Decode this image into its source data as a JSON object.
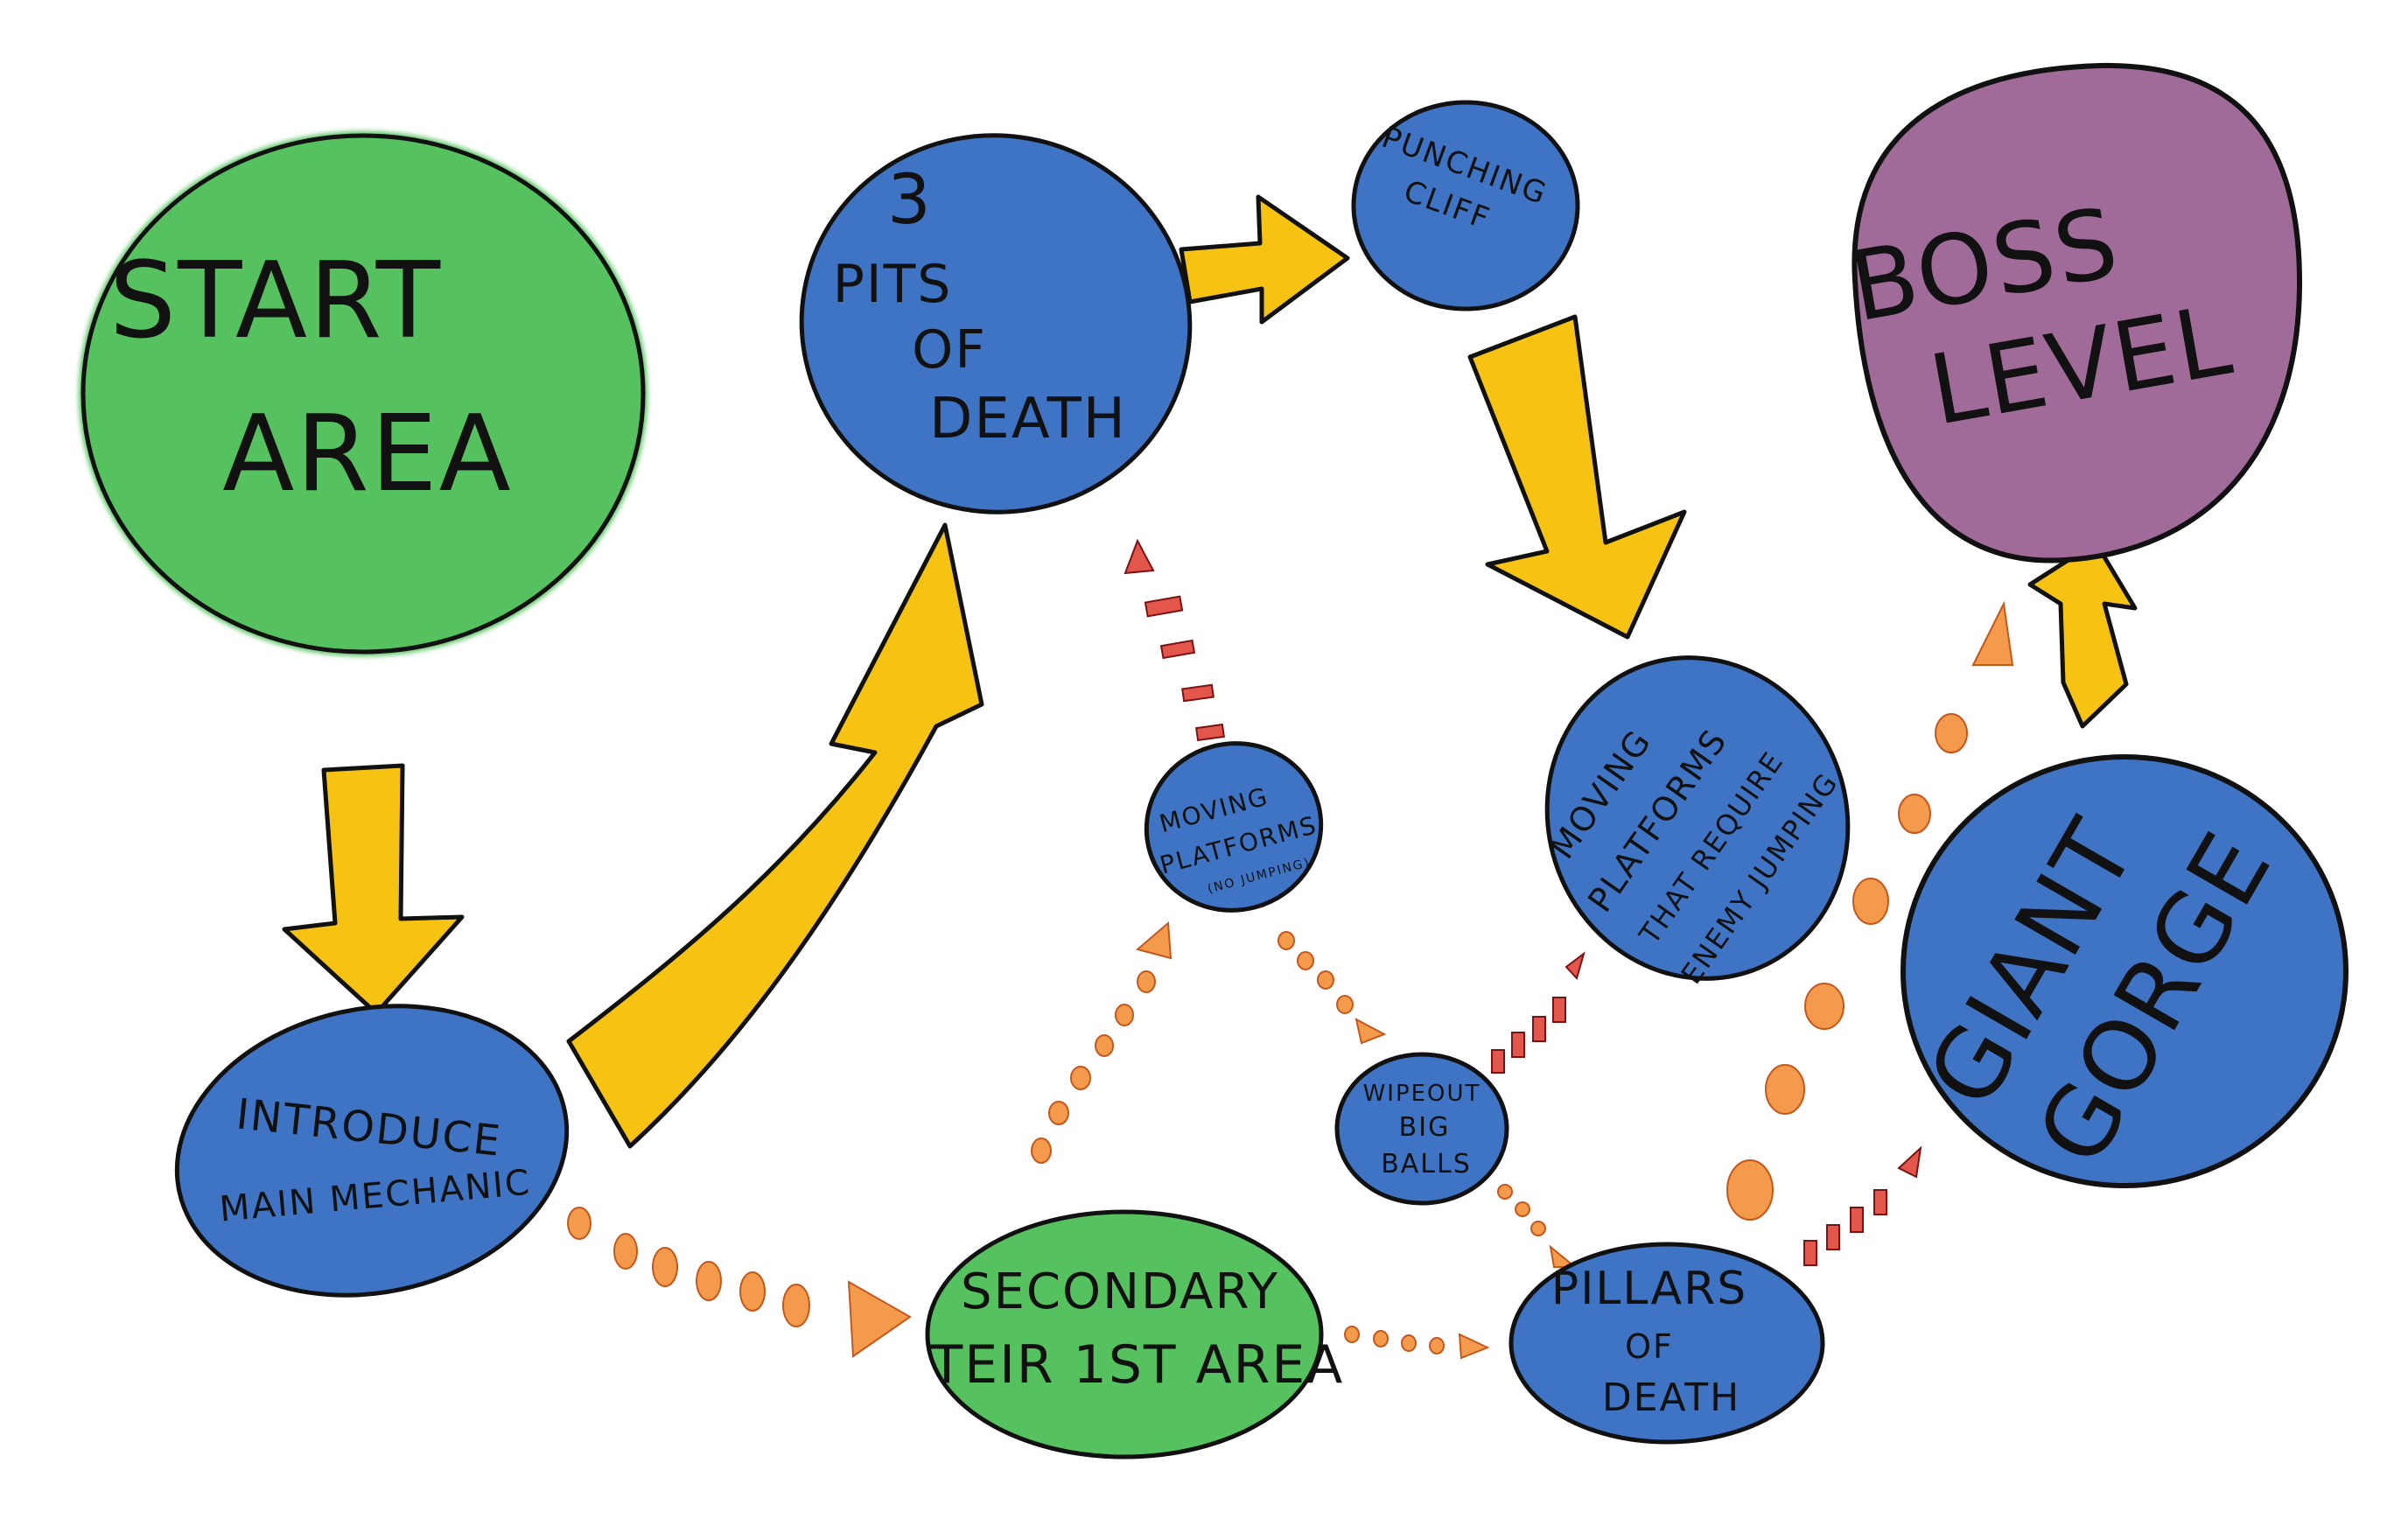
{
  "colors": {
    "green": "#56c25f",
    "blue": "#3f74c4",
    "purple": "#a06b99",
    "yellow": "#f6c313",
    "orange": "#f39a4c",
    "red": "#e2564c"
  },
  "nodes": {
    "start_area": {
      "lines": [
        "START",
        "AREA"
      ]
    },
    "introduce_main_mechanic": {
      "lines": [
        "INTRODUCE",
        "MAIN MECHANIC"
      ]
    },
    "pits_of_death": {
      "lines": [
        "3",
        "PITS",
        "OF",
        "DEATH"
      ]
    },
    "punching_cliff": {
      "lines": [
        "PUNCHING",
        "CLIFF"
      ]
    },
    "boss_level": {
      "lines": [
        "BOSS",
        "LEVEL"
      ]
    },
    "moving_platforms_no_jumping": {
      "lines": [
        "MOVING",
        "PLATFORMS"
      ],
      "note": "(NO JUMPING)"
    },
    "moving_platforms_enemy_jumping": {
      "lines": [
        "MOVING",
        "PLATFORMS",
        "THAT REQUIRE",
        "ENEMY JUMPING"
      ]
    },
    "wipeout_big_balls": {
      "lines": [
        "WIPEOUT",
        "BIG",
        "BALLS"
      ]
    },
    "secondary_tier_1st_area": {
      "lines": [
        "SECONDARY",
        "TEIR 1ST AREA"
      ]
    },
    "pillars_of_death": {
      "lines": [
        "PILLARS",
        "OF",
        "DEATH"
      ]
    },
    "giant_gorge": {
      "lines": [
        "GIANT",
        "GORGE"
      ]
    }
  }
}
